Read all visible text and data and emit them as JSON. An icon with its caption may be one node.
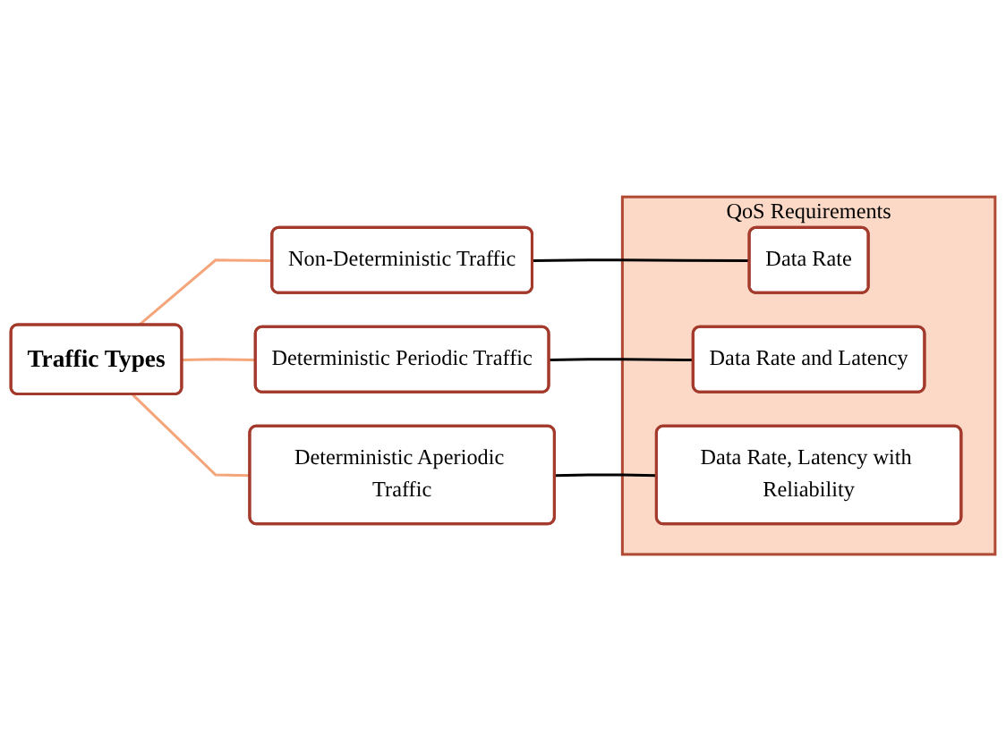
{
  "diagram": {
    "nodes": [
      {
        "text": [
          "Traffic Types"
        ]
      },
      {
        "text": [
          "Non-Deterministic Traffic"
        ]
      },
      {
        "text": [
          "Deterministic Periodic Traffic"
        ]
      },
      {
        "text": [
          "Deterministic Aperiodic Traffic"
        ]
      },
      {
        "text": [
          "QoS Requirements"
        ]
      },
      {
        "text": [
          "Data Rate"
        ],
        "in": 4
      },
      {
        "text": [
          "Data Rate and Latency"
        ],
        "in": 4
      },
      {
        "text": [
          "Data Rate, Latency with Reliability"
        ],
        "in": 4
      }
    ],
    "edges": [
      {
        "from": 0,
        "to": 1,
        "arrow": "none",
        "color": "#f4a57a"
      },
      {
        "from": 0,
        "to": 2,
        "arrow": "none",
        "color": "#f4a57a"
      },
      {
        "from": 0,
        "to": 3,
        "arrow": "none",
        "color": "#f4a57a"
      },
      {
        "from": 1,
        "to": 5,
        "arrow": "none",
        "color": "#000000"
      },
      {
        "from": 2,
        "to": 6,
        "arrow": "none",
        "color": "#000000"
      },
      {
        "from": 3,
        "to": 7,
        "arrow": "none",
        "color": "#000000"
      }
    ]
  }
}
